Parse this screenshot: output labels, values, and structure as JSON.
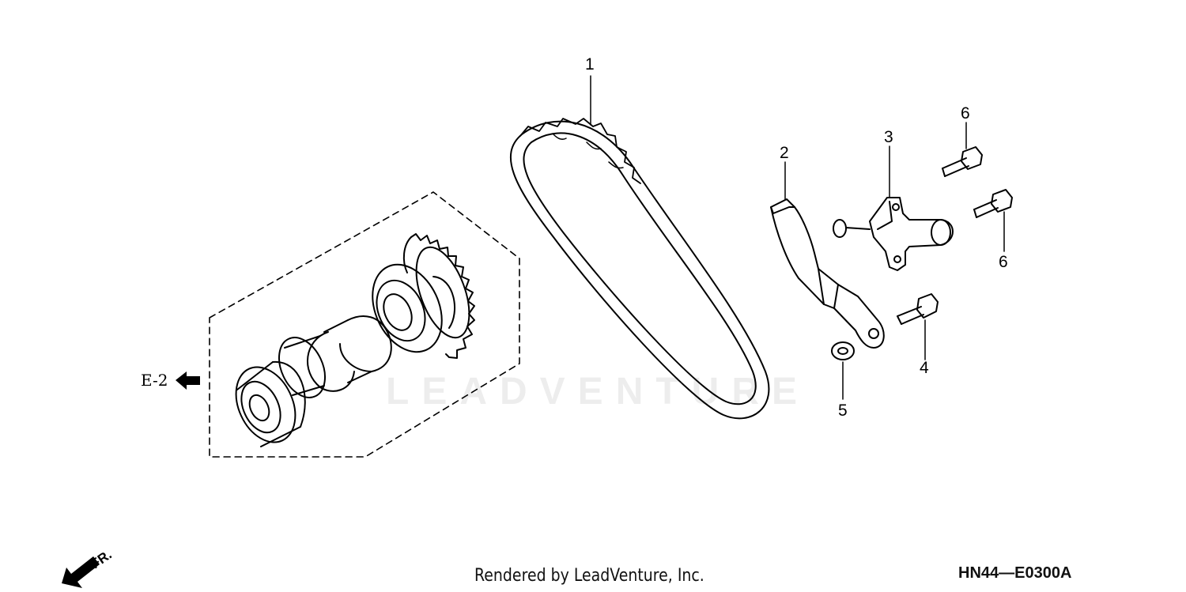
{
  "callouts": {
    "c1": "1",
    "c2": "2",
    "c3": "3",
    "c4": "4",
    "c5": "5",
    "c6a": "6",
    "c6b": "6"
  },
  "parts": [
    {
      "ref": "1",
      "name": "cam-chain"
    },
    {
      "ref": "2",
      "name": "tensioner-arm"
    },
    {
      "ref": "3",
      "name": "tensioner-lifter"
    },
    {
      "ref": "4",
      "name": "flange-bolt"
    },
    {
      "ref": "5",
      "name": "washer"
    },
    {
      "ref": "6",
      "name": "flange-bolt"
    }
  ],
  "cross_reference": {
    "label": "E-2",
    "icon": "arrow-left-icon"
  },
  "front_indicator": {
    "label": "FR.",
    "icon": "arrow-down-left-icon"
  },
  "watermark": "LEADVENTURE",
  "footer": {
    "credit": "Rendered by LeadVenture, Inc.",
    "diagram_code": "HN44—E0300A"
  }
}
